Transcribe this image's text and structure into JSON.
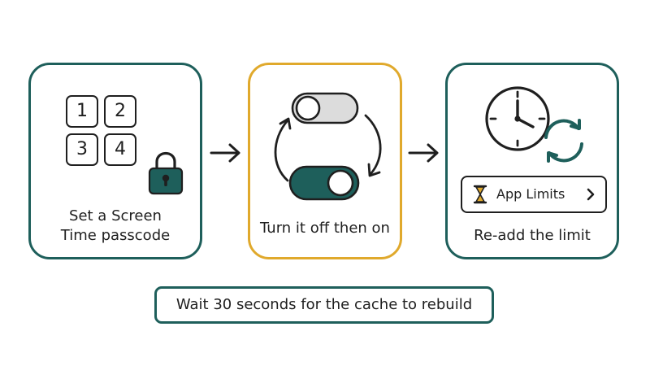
{
  "steps": [
    {
      "label": "Set a Screen Time passcode",
      "keypad_keys": [
        "1",
        "2",
        "3",
        "4"
      ],
      "icons": [
        "keypad-icon",
        "lock-icon"
      ]
    },
    {
      "label": "Turn it off then on",
      "icons": [
        "toggle-off-icon",
        "toggle-on-icon",
        "cycle-arrows-icon"
      ]
    },
    {
      "label": "Re-add the limit",
      "app_limits_label": "App Limits",
      "icons": [
        "clock-icon",
        "refresh-icon",
        "hourglass-icon",
        "chevron-right-icon"
      ]
    }
  ],
  "footer": {
    "text": "Wait 30 seconds for the cache to rebuild"
  },
  "colors": {
    "teal": "#1e5f5b",
    "gold": "#e0a92c",
    "ink": "#1f1f1f"
  }
}
